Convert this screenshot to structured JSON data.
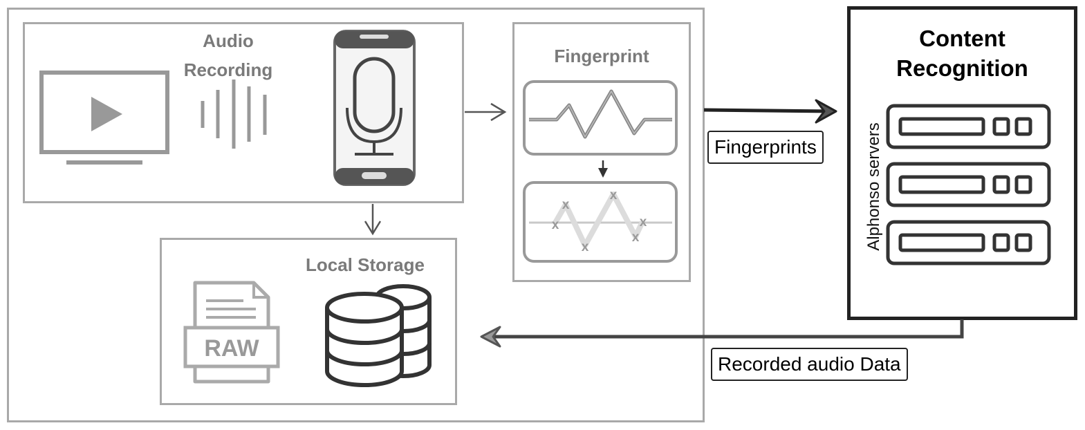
{
  "client": {
    "recording": {
      "title_line1": "Audio",
      "title_line2": "Recording"
    },
    "fingerprint": {
      "title": "Fingerprint",
      "marker": "x"
    },
    "storage": {
      "title": "Local Storage",
      "file_label": "RAW"
    }
  },
  "server": {
    "title_line1": "Content",
    "title_line2": "Recognition",
    "side_label": "Alphonso servers"
  },
  "flows": {
    "upload": "Fingerprints",
    "download": "Recorded audio Data"
  },
  "colors": {
    "grey": "#7a7a7a",
    "light_grey": "#a9a9a9",
    "dark": "#222222"
  }
}
